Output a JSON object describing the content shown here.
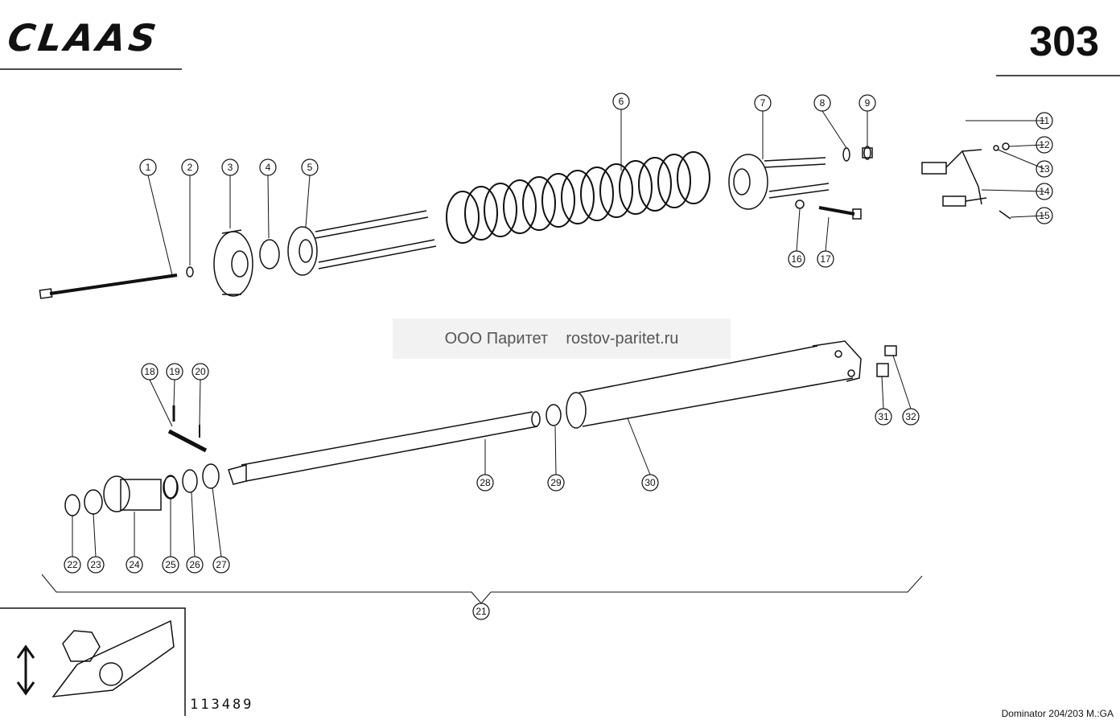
{
  "header": {
    "brand": "CLAAS",
    "page_number": "303"
  },
  "watermark": "ООО Паритет    rostov-paritet.ru",
  "footer": {
    "drawing_number": "113489",
    "model_caption": "Dominator 204/203 M.:GA"
  },
  "callouts": [
    "1",
    "2",
    "3",
    "4",
    "5",
    "6",
    "7",
    "8",
    "9",
    "11",
    "12",
    "13",
    "14",
    "15",
    "16",
    "17",
    "18",
    "19",
    "20",
    "21",
    "22",
    "23",
    "24",
    "25",
    "26",
    "27",
    "28",
    "29",
    "30",
    "31",
    "32"
  ]
}
